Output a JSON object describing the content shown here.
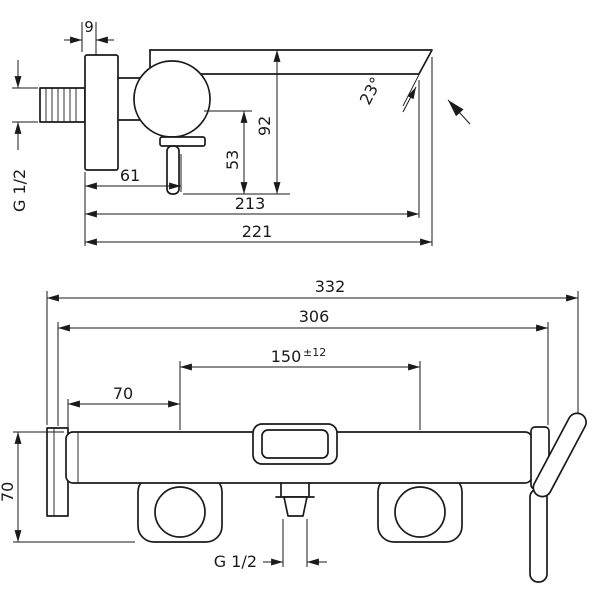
{
  "colors": {
    "line": "#1a1a1a",
    "background": "#ffffff"
  },
  "side_view": {
    "dim_plate": "9",
    "thread_label": "G 1/2",
    "dim_spout_height": "92",
    "dim_handle_height": "53",
    "dim_wall_to_handle": "61",
    "dim_spout_reach": "213",
    "dim_total_reach": "221",
    "angle_label": "23°"
  },
  "front_view": {
    "dim_total_width": "332",
    "dim_width": "306",
    "dim_centers": "150",
    "dim_centers_tolerance": "±12",
    "dim_left_offset": "70",
    "dim_height": "70",
    "outlet_label": "G 1/2"
  }
}
